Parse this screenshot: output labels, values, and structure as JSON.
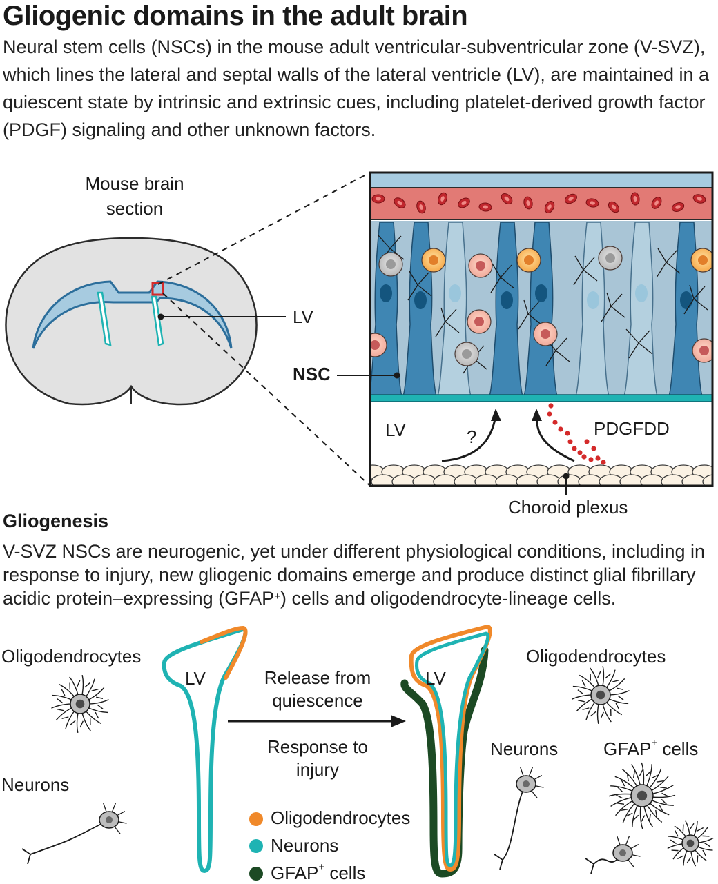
{
  "title": "Gliogenic domains in the adult brain",
  "intro": "Neural stem cells (NSCs) in the mouse adult ventricular-subventricular zone (V-SVZ), which lines the lateral and septal walls of the lateral ventricle (LV), are maintained in a quiescent state by intrinsic and extrinsic cues, including platelet-derived growth factor (PDGF) signaling and other unknown factors.",
  "top_panel": {
    "section_label_line1": "Mouse brain",
    "section_label_line2": "section",
    "lv_label": "LV",
    "nsc_label": "NSC",
    "inset_lv_label": "LV",
    "question_mark": "?",
    "pdgfdd_label": "PDGFDD",
    "choroid_label": "Choroid plexus"
  },
  "gliogenesis": {
    "heading": "Gliogenesis",
    "text_before_sup": "V-SVZ NSCs are neurogenic, yet under different physiological conditions, including in response to injury, new gliogenic domains emerge and produce distinct glial fibrillary acidic protein–expressing (GFAP",
    "sup": "+",
    "text_after_sup": ") cells and oligodendrocyte-lineage cells."
  },
  "bottom_panel": {
    "left_oligo_label": "Oligodendrocytes",
    "left_neurons_label": "Neurons",
    "left_lv_label": "LV",
    "right_lv_label": "LV",
    "arrow_top_line1": "Release from",
    "arrow_top_line2": "quiescence",
    "arrow_bottom_line1": "Response to",
    "arrow_bottom_line2": "injury",
    "right_oligo_label": "Oligodendrocytes",
    "right_neurons_label": "Neurons",
    "right_gfap_label": "GFAP",
    "right_gfap_sup": "+",
    "right_gfap_suffix": " cells"
  },
  "legend": [
    {
      "label": "Oligodendrocytes",
      "color": "#f0892a"
    },
    {
      "label": "Neurons",
      "color": "#1fb3b3"
    },
    {
      "label": "GFAP",
      "sup": "+",
      "suffix": " cells",
      "color": "#1c4a24"
    }
  ],
  "colors": {
    "oligo": "#f0892a",
    "neuron_line": "#1fb3b3",
    "gfap": "#1c4a24",
    "ventricle_blue": "#2c6e9b",
    "ventricle_light": "#a7cbe0",
    "blood_vessel": "#d9534f",
    "rbc": "#c0272d",
    "ependymal": "#1fb3b3",
    "highlight_box": "#d42a2a"
  }
}
